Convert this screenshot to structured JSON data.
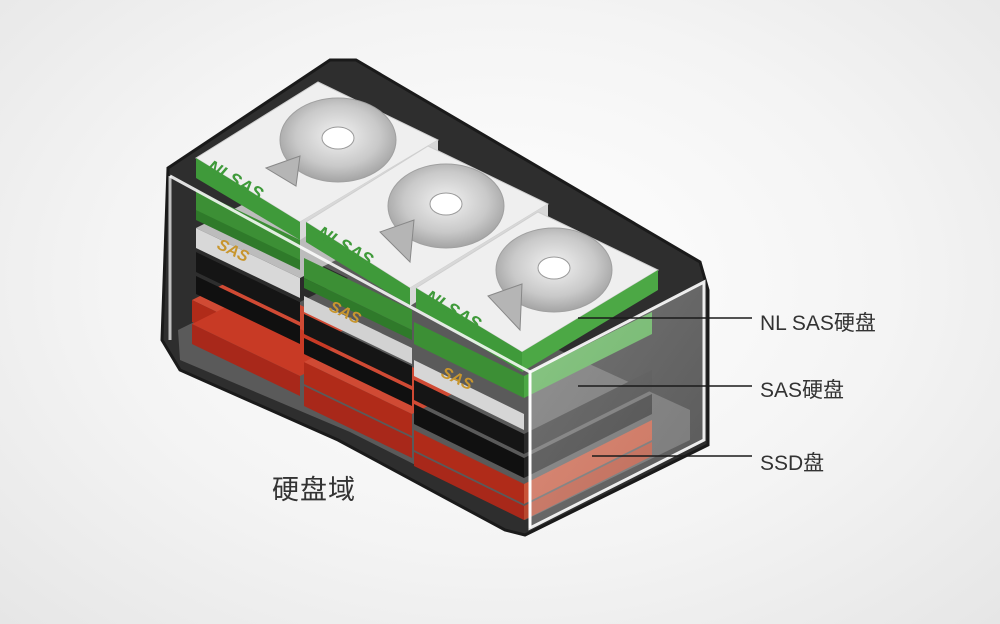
{
  "diagram": {
    "domain_label": "硬盘域",
    "callouts": [
      {
        "key": "nlsas",
        "label": "NL SAS硬盘"
      },
      {
        "key": "sas",
        "label": "SAS硬盘"
      },
      {
        "key": "ssd",
        "label": "SSD盘"
      }
    ],
    "disk_labels": {
      "nlsas": "NLSAS",
      "sas": "SAS"
    },
    "colors": {
      "nlsas_green": "#3f9a3a",
      "sas_black": "#1e1e1e",
      "ssd_red": "#c0311e",
      "sas_text": "#c8962e",
      "frame": "#3a3a3a"
    }
  }
}
